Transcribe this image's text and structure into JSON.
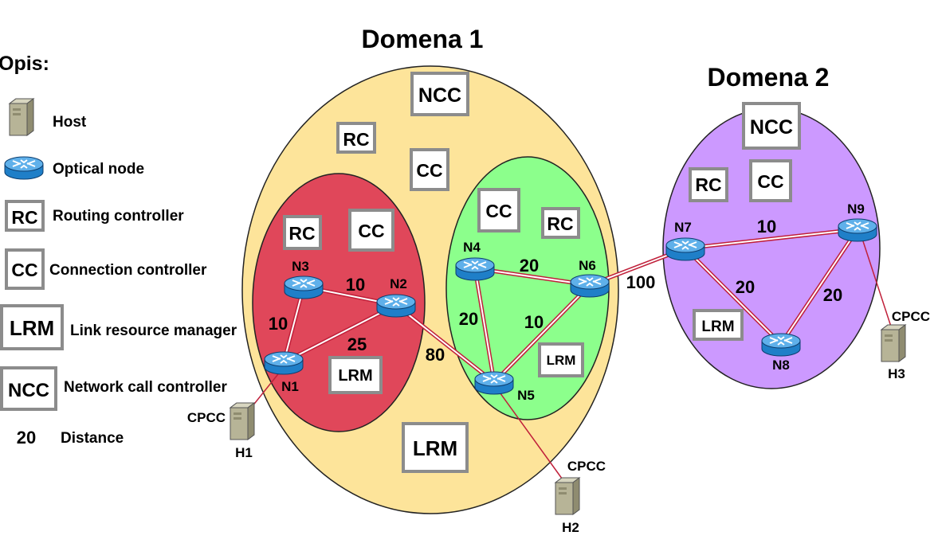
{
  "domains": [
    {
      "id": "d1",
      "title": "Domena 1",
      "color": "#fde49a",
      "boxes": [
        "NCC",
        "RC",
        "CC",
        "LRM"
      ]
    },
    {
      "id": "d2",
      "title": "Domena 2",
      "color": "#cc99ff",
      "boxes": [
        "NCC",
        "RC",
        "CC",
        "LRM"
      ]
    }
  ],
  "subdomains": [
    {
      "id": "red",
      "color": "#e0475a",
      "boxes": [
        "RC",
        "CC",
        "LRM"
      ]
    },
    {
      "id": "green",
      "color": "#8cff8c",
      "boxes": [
        "CC",
        "RC",
        "LRM"
      ]
    }
  ],
  "legend": {
    "title": "Opis:",
    "items": [
      {
        "symbol": "host-icon",
        "label": "Host"
      },
      {
        "symbol": "optical-node-icon",
        "label": "Optical node"
      },
      {
        "symbol": "RC",
        "label": "Routing controller"
      },
      {
        "symbol": "CC",
        "label": "Connection controller"
      },
      {
        "symbol": "LRM",
        "label": "Link resource manager"
      },
      {
        "symbol": "NCC",
        "label": "Network call controller"
      },
      {
        "symbol": "20",
        "label": "Distance"
      }
    ]
  },
  "nodes": [
    "N1",
    "N2",
    "N3",
    "N4",
    "N5",
    "N6",
    "N7",
    "N8",
    "N9"
  ],
  "hosts": [
    {
      "name": "H1",
      "label": "CPCC"
    },
    {
      "name": "H2",
      "label": "CPCC"
    },
    {
      "name": "H3",
      "label": "CPCC"
    }
  ],
  "links": [
    {
      "from": "N3",
      "to": "N2",
      "distance": "10"
    },
    {
      "from": "N3",
      "to": "N1",
      "distance": "10"
    },
    {
      "from": "N1",
      "to": "N2",
      "distance": "25"
    },
    {
      "from": "N2",
      "to": "N5",
      "distance": "80"
    },
    {
      "from": "N4",
      "to": "N6",
      "distance": "20"
    },
    {
      "from": "N4",
      "to": "N5",
      "distance": "20"
    },
    {
      "from": "N6",
      "to": "N5",
      "distance": "10"
    },
    {
      "from": "N6",
      "to": "N7",
      "distance": "100"
    },
    {
      "from": "N7",
      "to": "N9",
      "distance": "10"
    },
    {
      "from": "N7",
      "to": "N8",
      "distance": "20"
    },
    {
      "from": "N9",
      "to": "N8",
      "distance": "20"
    }
  ]
}
